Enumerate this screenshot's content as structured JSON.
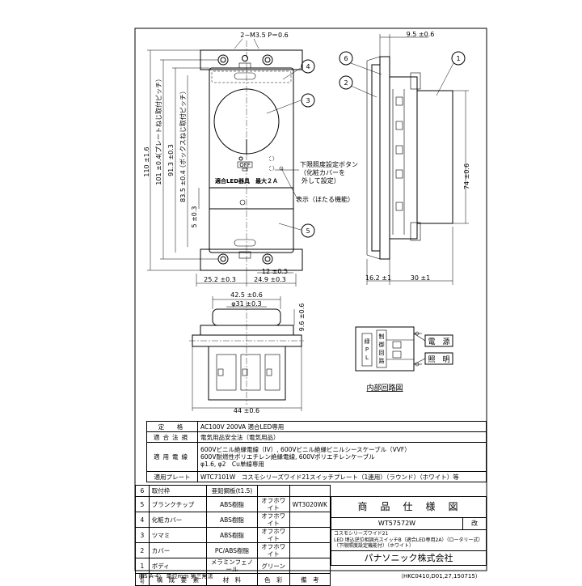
{
  "drawing": {
    "dims": {
      "screw": "2−M3.5  P＝0.6",
      "top_right": "9.5 ±0.6",
      "h110": "110 ±1.6",
      "h101": "101 ±0.4",
      "h101_note": "（プレートねじ取付ピッチ）",
      "h91": "91.3 ±0.3",
      "h83": "83.5 ±0.4",
      "h83_note": "（ボックスねじ取付ピッチ）",
      "h5": "5 ±0.3",
      "w12": "12 ±0.5",
      "w25": "25.2 ±0.3",
      "w24": "24.9 ±0.3",
      "d16": "16.2 ±1",
      "d30": "30 ±1",
      "h74": "74 ±0.6",
      "w42": "42.5 ±0.6",
      "d31": "φ31 ±0.3",
      "h9": "9.6 ±0.6",
      "w44": "44 ±0.6"
    },
    "balloons": [
      "1",
      "2",
      "3",
      "4",
      "5",
      "6"
    ],
    "notes": {
      "off": "OFF",
      "rating": "適合LED器具　最大２Ａ",
      "setting1": "下限照度設定ボタン",
      "setting2": "（化粧カバーを",
      "setting3": "外して設定）",
      "indicator": "表示（ほたる機能）"
    },
    "circuit": {
      "title": "内部回路図",
      "left": "緑PL",
      "mid": "制御回路",
      "power": "電　源",
      "light": "照　明"
    }
  },
  "spec": {
    "rows": [
      {
        "label": "定　格",
        "value": "AC100V 200VA 適合LED専用"
      },
      {
        "label": "適合法規",
        "value": "電気用品安全法（電気用品）"
      },
      {
        "label": "適用電線",
        "value": "600Vビニル絶縁電線（IV）, 600Vビニル絶縁ビニルシースケーブル（VVF）\n600V耐燃性ポリエチレン絶縁電線, 600Vポリエチレンケーブル\nφ1.6, φ2　Cu単線専用"
      },
      {
        "label": "適用プレート",
        "value": "WTC7101W　コスモシリーズワイド21スイッチプレート（1連用）（ラウンド）（ホワイト）等"
      }
    ]
  },
  "parts": {
    "rows": [
      {
        "no": "6",
        "name": "取付枠",
        "material": "亜鉛鋼板(t1.5)",
        "color": "",
        "note": ""
      },
      {
        "no": "5",
        "name": "ブランクチップ",
        "material": "ABS樹脂",
        "color": "オフホワイト",
        "note": "WT3020WK"
      },
      {
        "no": "4",
        "name": "化粧カバー",
        "material": "ABS樹脂",
        "color": "オフホワイト",
        "note": ""
      },
      {
        "no": "3",
        "name": "ツマミ",
        "material": "ABS樹脂",
        "color": "オフホワイト",
        "note": ""
      },
      {
        "no": "2",
        "name": "カバー",
        "material": "PC/ABS樹脂",
        "color": "オフホワイト",
        "note": ""
      },
      {
        "no": "1",
        "name": "ボディ",
        "material": "メラミンフェノール",
        "color": "グリーン",
        "note": ""
      }
    ],
    "header": {
      "no": "番号",
      "name": "構　成　要　素",
      "material": "材　料",
      "color": "色　彩",
      "note": "備　考"
    }
  },
  "title_block": {
    "title": "商　品　仕　様　図",
    "rev": "改",
    "model": "WT57572W",
    "desc1": "コスモシリーズワイド21",
    "desc2": "LED 埋込逆位相調光スイッチB（適合LED専用2A）（ロータリー式）",
    "desc3": "（下限照度設定機能付）（ホワイト）",
    "company": "パナソニック株式会社"
  },
  "footer": {
    "left": "（JIS A-4）  単位mm   第三角法",
    "right": "（HKC0410,D01,27,150715）"
  }
}
